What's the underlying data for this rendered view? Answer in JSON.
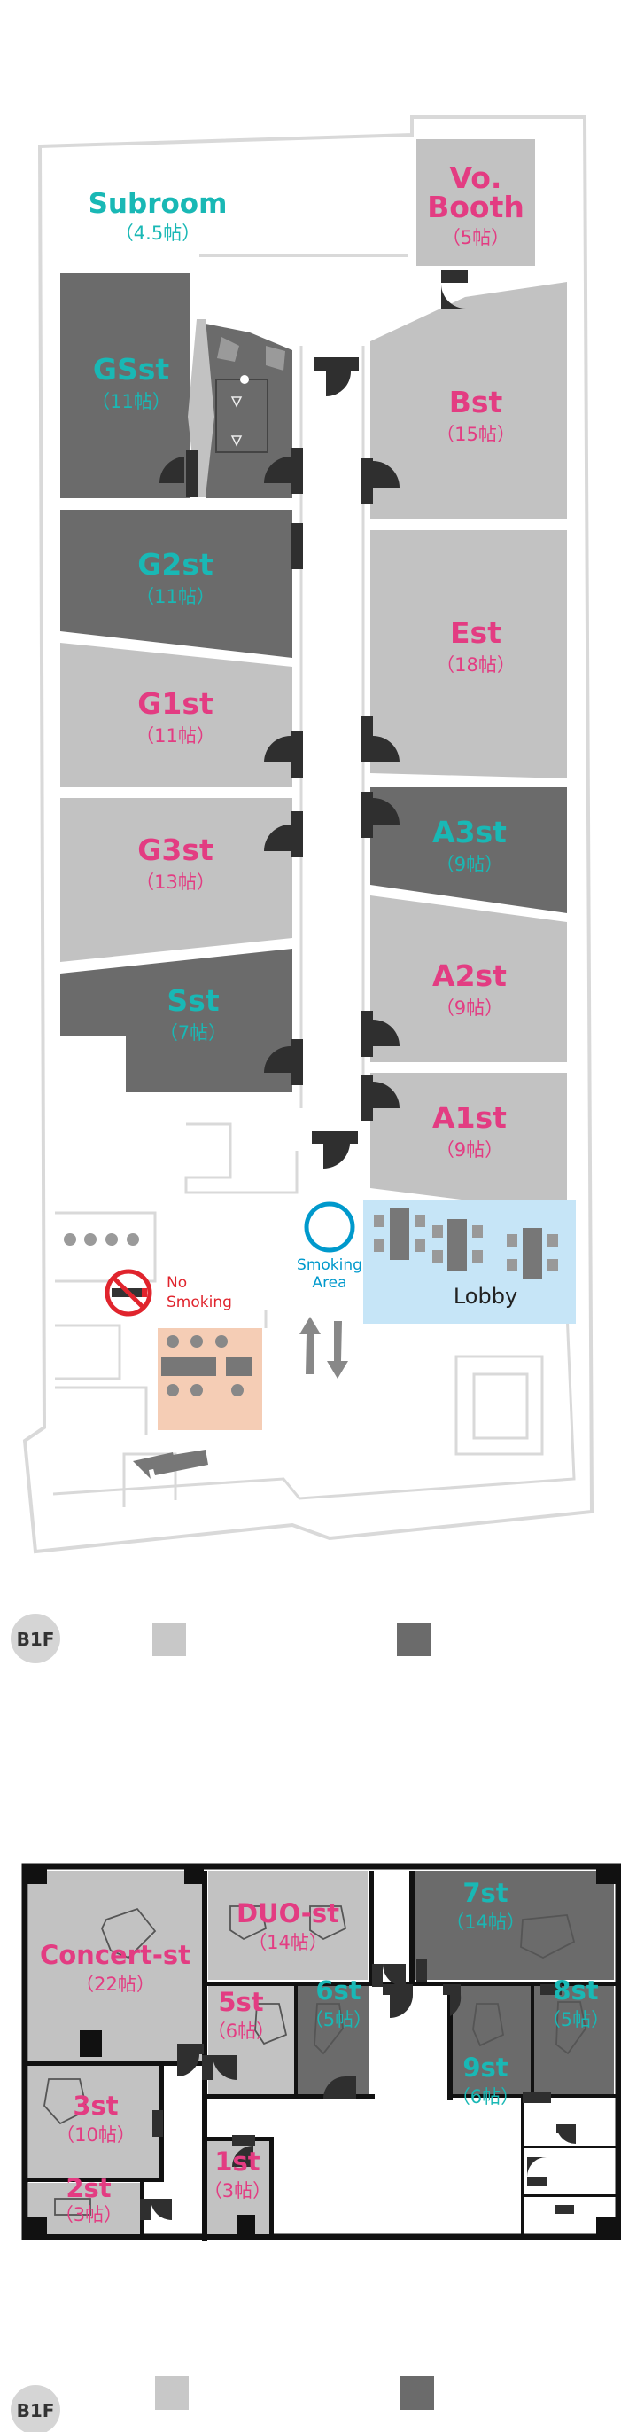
{
  "colors": {
    "accent_teal": "#19b8b5",
    "accent_pink": "#e33c82",
    "dark_room": "#6b6b6b",
    "light_room": "#c2c2c2",
    "lobby": "#c6e5f7",
    "smoking": "#f5cdb5",
    "wall": "#d5d5d5",
    "legend_light": "#c8c8c8",
    "legend_dark": "#6b6b6b",
    "smoking_icon": "#0099cc",
    "no_smoking_icon": "#e0242d"
  },
  "b1f_top": {
    "rooms": {
      "subroom": {
        "name": "Subroom",
        "size": "（4.5帖）"
      },
      "vo_booth": {
        "name_1": "Vo.",
        "name_2": "Booth",
        "size": "（5帖）"
      },
      "gsst": {
        "name": "GSst",
        "size": "（11帖）"
      },
      "bst": {
        "name": "Bst",
        "size": "（15帖）"
      },
      "g2st": {
        "name": "G2st",
        "size": "（11帖）"
      },
      "est": {
        "name": "Est",
        "size": "（18帖）"
      },
      "g1st": {
        "name": "G1st",
        "size": "（11帖）"
      },
      "a3st": {
        "name": "A3st",
        "size": "（9帖）"
      },
      "g3st": {
        "name": "G3st",
        "size": "（13帖）"
      },
      "a2st": {
        "name": "A2st",
        "size": "（9帖）"
      },
      "sst": {
        "name": "Sst",
        "size": "（7帖）"
      },
      "a1st": {
        "name": "A1st",
        "size": "（9帖）"
      }
    },
    "lobby_label": "Lobby",
    "smoking_area_1": "Smoking",
    "smoking_area_2": "Area",
    "no_smoking_1": "No",
    "no_smoking_2": "Smoking",
    "floor_badge": "B1F"
  },
  "b1f_bottom": {
    "rooms": {
      "concert": {
        "name": "Concert-st",
        "size": "（22帖）"
      },
      "duo": {
        "name": "DUO-st",
        "size": "（14帖）"
      },
      "st7": {
        "name": "7st",
        "size": "（14帖）"
      },
      "st5": {
        "name": "5st",
        "size": "（6帖）"
      },
      "st6": {
        "name": "6st",
        "size": "（5帖）"
      },
      "st8": {
        "name": "8st",
        "size": "（5帖）"
      },
      "st9": {
        "name": "9st",
        "size": "（6帖）"
      },
      "st3": {
        "name": "3st",
        "size": "（10帖）"
      },
      "st2": {
        "name": "2st",
        "size": "（3帖）"
      },
      "st1": {
        "name": "1st",
        "size": "（3帖）"
      }
    },
    "floor_badge": "B1F"
  }
}
